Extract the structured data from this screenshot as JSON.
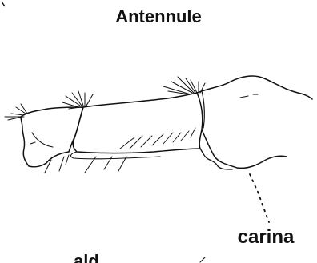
{
  "figure": {
    "title": "Antennule",
    "labels": {
      "carina": "carina",
      "partial_bottom_left": "ald"
    },
    "colors": {
      "ink": "#111111",
      "background": "#ffffff"
    }
  }
}
